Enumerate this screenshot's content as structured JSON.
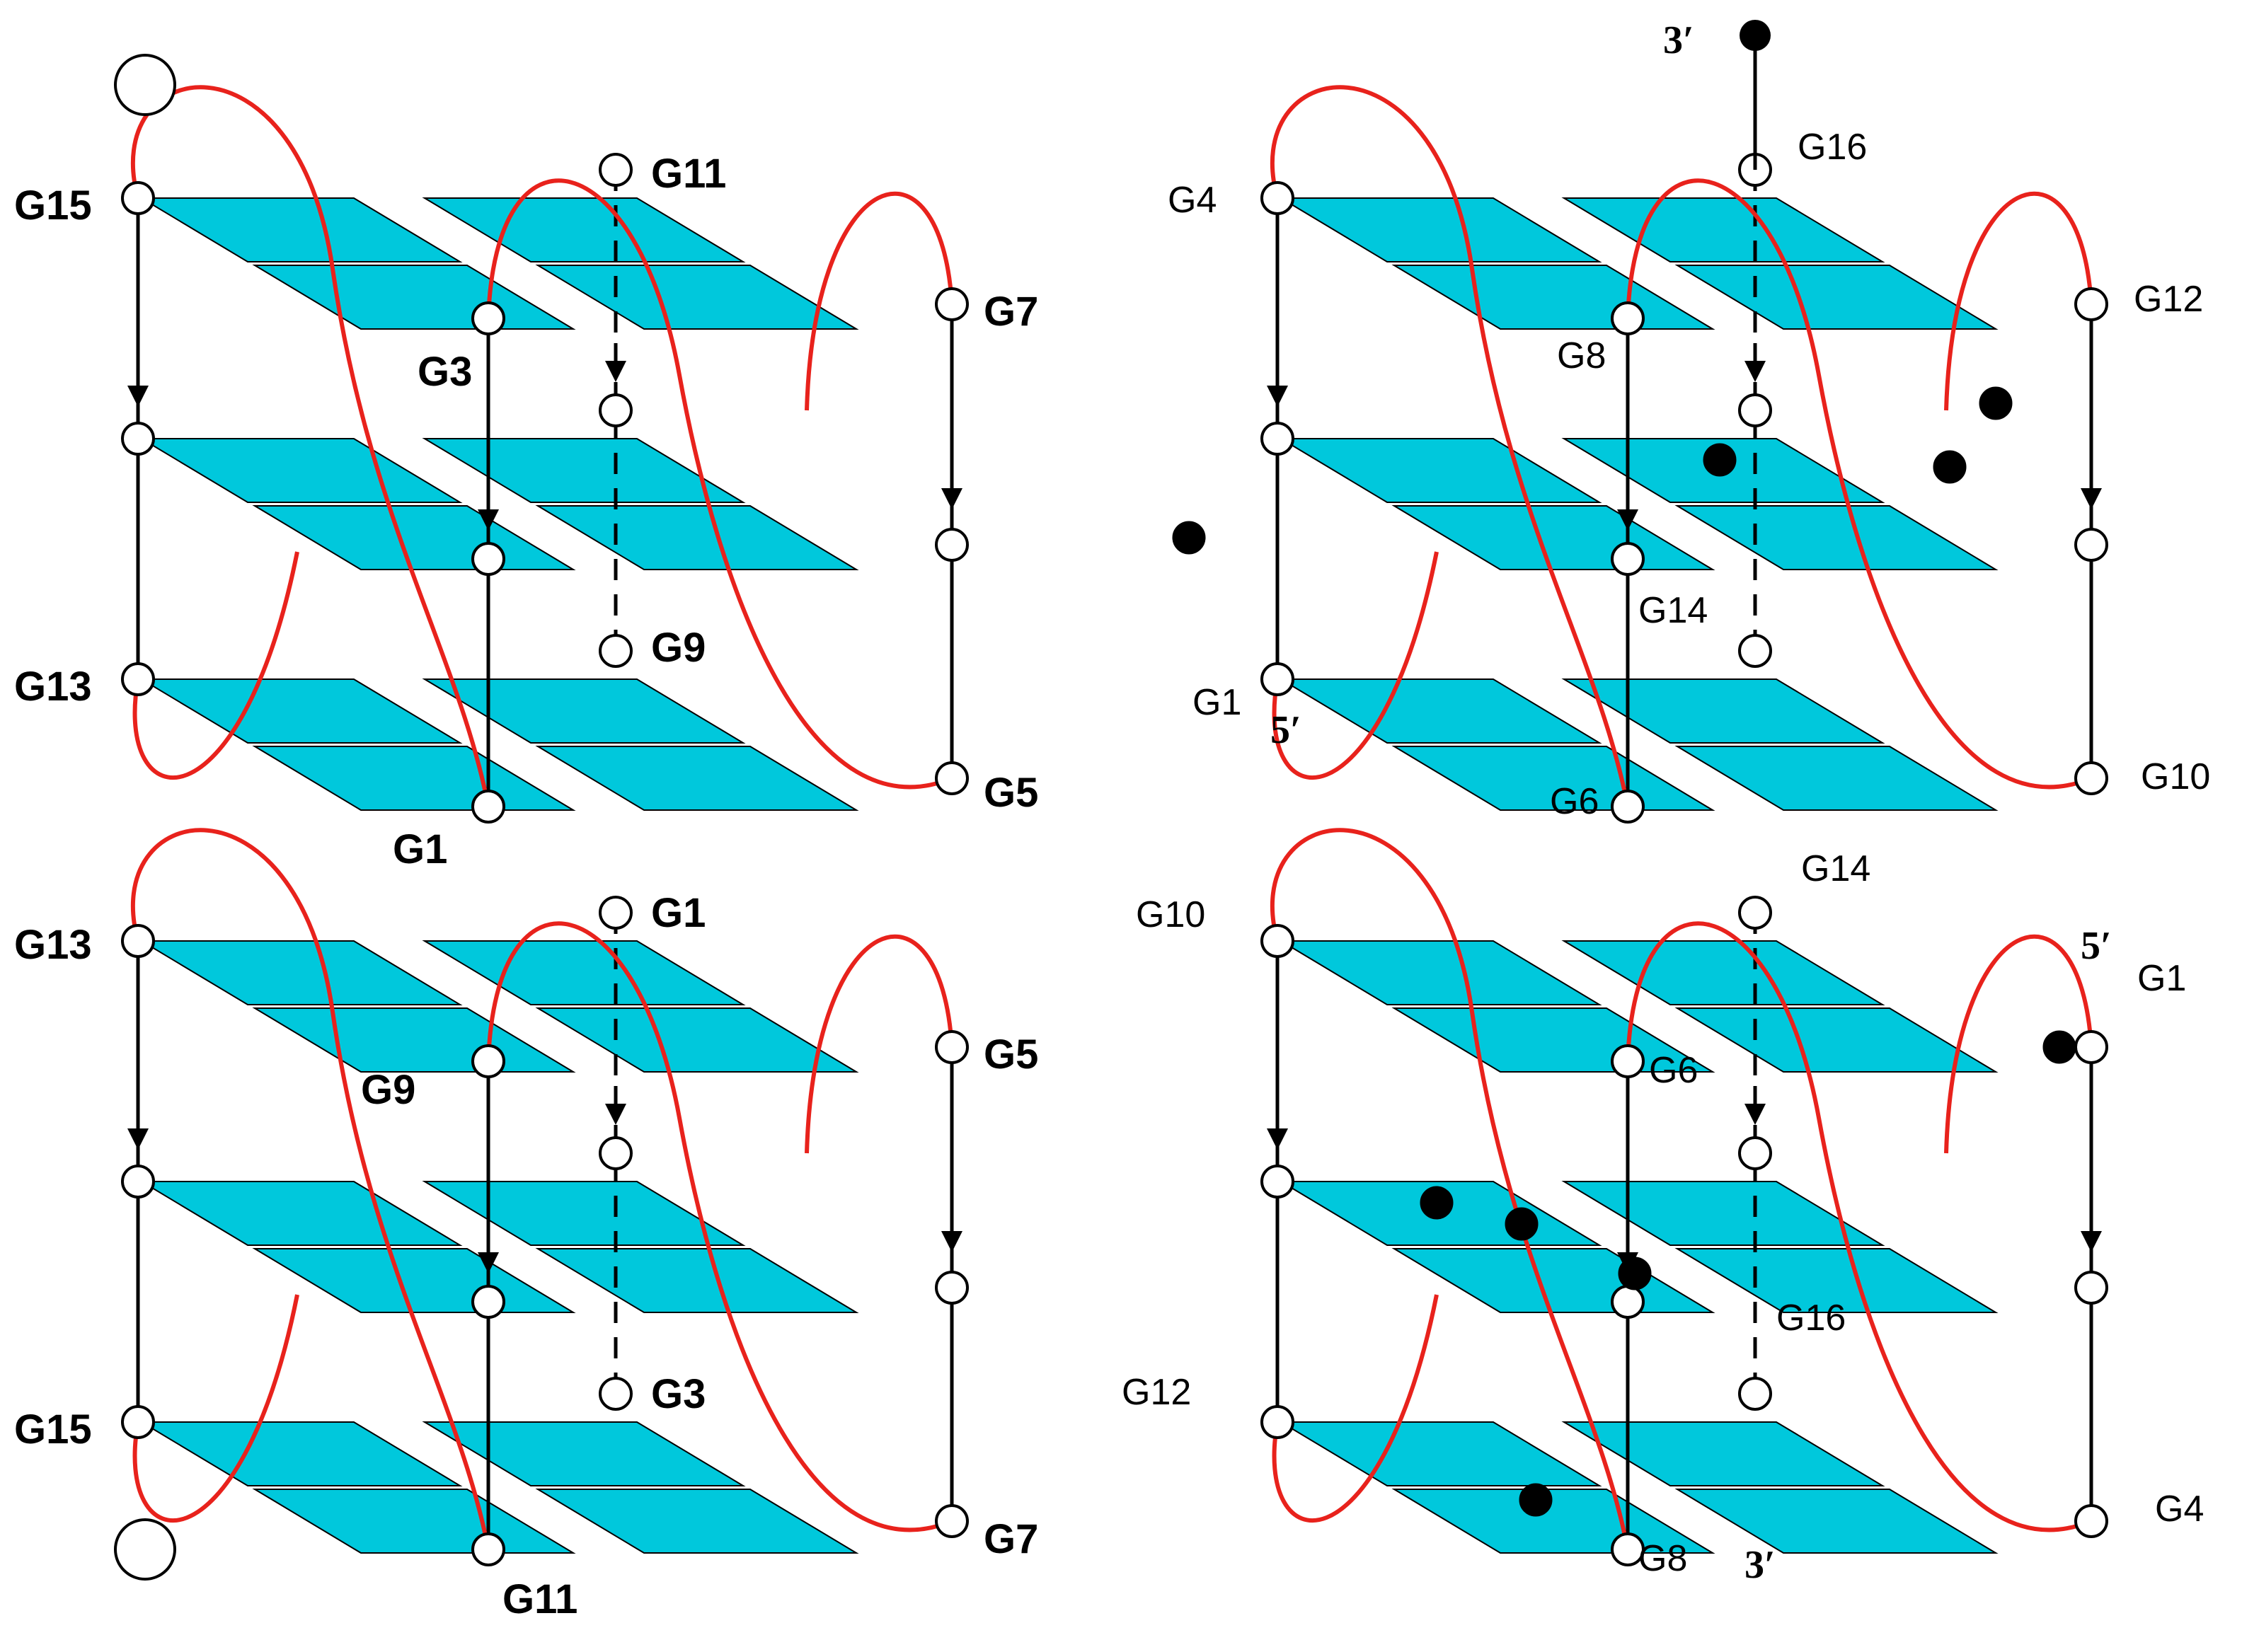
{
  "colors": {
    "plate": "#00c8dc",
    "loop": "#e8221c",
    "strand": "#000000",
    "node_open": "#ffffff",
    "node_filled": "#000000"
  },
  "panels": {
    "top_left": {
      "style": "bold",
      "labels": {
        "g15": "G15",
        "g11": "G11",
        "g7": "G7",
        "g3": "G3",
        "g13": "G13",
        "g9": "G9",
        "g5": "G5",
        "g1": "G1"
      }
    },
    "bottom_left": {
      "style": "bold",
      "labels": {
        "g13": "G13",
        "g1": "G1",
        "g5": "G5",
        "g9": "G9",
        "g3": "G3",
        "g15": "G15",
        "g7": "G7",
        "g11": "G11"
      }
    },
    "top_right": {
      "style": "normal",
      "labels": {
        "three_prime": "3′",
        "g16": "G16",
        "g4": "G4",
        "g12": "G12",
        "g8": "G8",
        "g14": "G14",
        "g1": "G1",
        "five_prime": "5′",
        "g6": "G6",
        "g10": "G10"
      }
    },
    "bottom_right": {
      "style": "normal",
      "labels": {
        "g14": "G14",
        "g10": "G10",
        "five_prime": "5′",
        "g1": "G1",
        "g6": "G6",
        "g16": "G16",
        "g12": "G12",
        "g4": "G4",
        "g8": "G8",
        "three_prime": "3′"
      }
    }
  }
}
